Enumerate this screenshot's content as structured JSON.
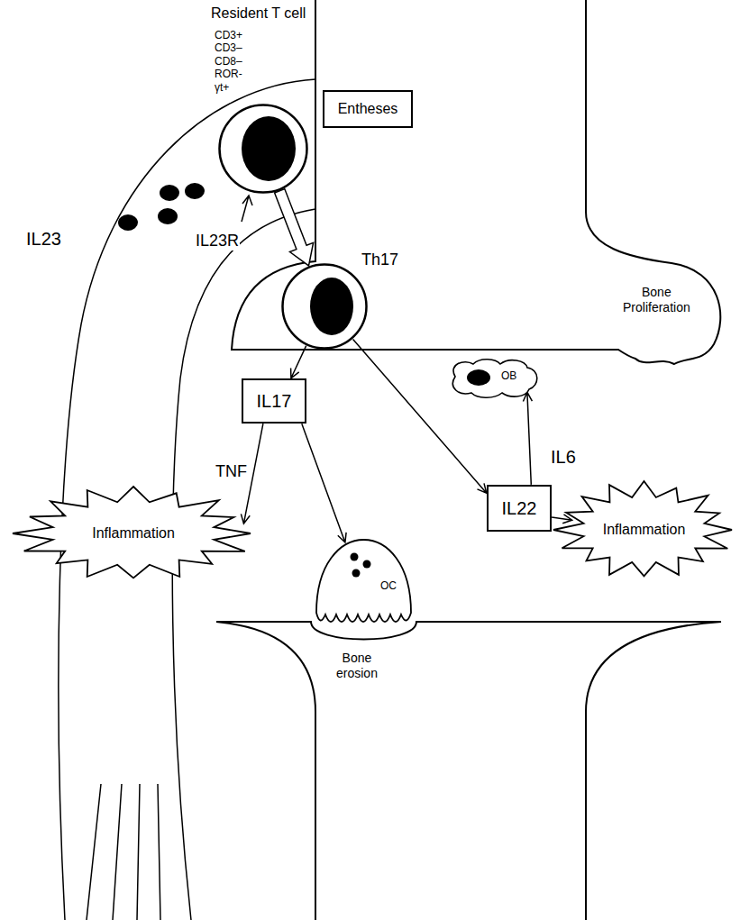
{
  "diagram": {
    "nodes": [
      {
        "text": [
          "Resident T cell",
          "CD3+ CD3– CD8– ROR-γt+"
        ]
      },
      {
        "text": [
          "Entheses"
        ]
      },
      {
        "text": [
          "Th17"
        ]
      },
      {
        "text": [
          "OB"
        ]
      },
      {
        "text": [
          "IL17"
        ]
      },
      {
        "text": [
          "IL22"
        ]
      },
      {
        "text": [
          "Inflammation"
        ]
      },
      {
        "text": [
          "OC"
        ]
      },
      {
        "text": [
          "Inflammation"
        ]
      }
    ],
    "edges": [
      {
        "from": 0,
        "to": 2,
        "arrow": "to"
      },
      {
        "from": 2,
        "to": 4,
        "arrow": "to"
      },
      {
        "from": 2,
        "to": 5,
        "arrow": "to"
      },
      {
        "from": 4,
        "to": 6,
        "label": "TNF",
        "arrow": "to"
      },
      {
        "from": 4,
        "to": 7,
        "arrow": "to"
      },
      {
        "from": 5,
        "to": 3,
        "label": "IL6",
        "arrow": "to"
      },
      {
        "from": 5,
        "to": 8,
        "arrow": "to"
      }
    ],
    "labels": [
      "IL23",
      "IL23R",
      "Bone Proliferation",
      "Bone erosion"
    ]
  }
}
